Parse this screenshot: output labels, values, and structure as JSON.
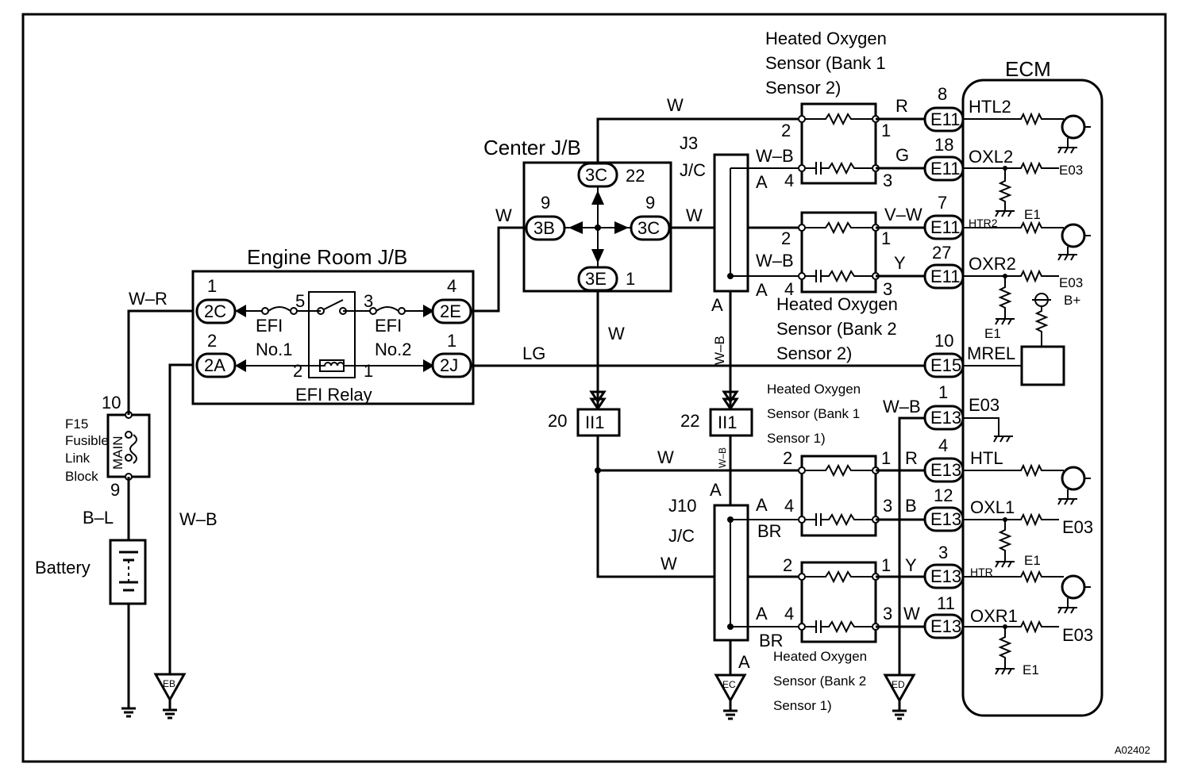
{
  "labels": {
    "ecm": "ECM",
    "center_jb": "Center J/B",
    "engine_room_jb": "Engine Room J/B",
    "efi_relay": "EFI Relay",
    "efi_fuse_1": "EFI",
    "efi_fuse_1_no": "No.1",
    "efi_fuse_2": "EFI",
    "efi_fuse_2_no": "No.2",
    "j3": "J3",
    "j3_jc": "J/C",
    "j10": "J10",
    "j10_jc": "J/C",
    "f15": "F15",
    "fusible": "Fusible",
    "link": "Link",
    "block": "Block",
    "main": "MAIN",
    "battery": "Battery",
    "code": "A02402",
    "ho2s_b1s2": [
      "Heated Oxygen",
      "Sensor (Bank 1",
      "Sensor 2)"
    ],
    "ho2s_b2s2": [
      "Heated Oxygen",
      "Sensor (Bank 2",
      "Sensor 2)"
    ],
    "ho2s_b1s1": [
      "Heated Oxygen",
      "Sensor (Bank 1",
      "Sensor 1)"
    ],
    "ho2s_b2s1": [
      "Heated Oxygen",
      "Sensor (Bank 2",
      "Sensor 1)"
    ]
  },
  "connectors": {
    "c3c_top": "3C",
    "c3b": "3B",
    "c3c_right": "3C",
    "c3e": "3E",
    "c2c": "2C",
    "c2a": "2A",
    "c2e": "2E",
    "c2j": "2J",
    "ii1_a": "II1",
    "ii1_b": "II1",
    "e11_1": "E11",
    "e11_2": "E11",
    "e11_3": "E11",
    "e11_4": "E11",
    "e15": "E15",
    "e13_1": "E13",
    "e13_2": "E13",
    "e13_3": "E13",
    "e13_4": "E13",
    "e13_5": "E13"
  },
  "pins": {
    "p3c_top": "22",
    "p3b": "9",
    "p3c_right": "9",
    "p3e": "1",
    "p2c": "1",
    "p2a": "2",
    "p2e": "4",
    "p2j": "1",
    "relay_5": "5",
    "relay_3": "3",
    "relay_2": "2",
    "relay_1": "1",
    "f15_top": "10",
    "f15_bot": "9",
    "ii1_a": "20",
    "ii1_b": "22",
    "e11_1": "8",
    "e11_2": "18",
    "e11_3": "7",
    "e11_4": "27",
    "e15": "10",
    "e13_1": "1",
    "e13_2": "4",
    "e13_3": "12",
    "e13_4": "3",
    "e13_5": "11",
    "s_b1s2_l1": "2",
    "s_b1s2_l2": "4",
    "s_b1s2_r1": "1",
    "s_b1s2_r2": "3",
    "s_b2s2_l1": "2",
    "s_b2s2_l2": "4",
    "s_b2s2_r1": "1",
    "s_b2s2_r2": "3",
    "s_b1s1_l1": "2",
    "s_b1s1_l2": "4",
    "s_b1s1_r1": "1",
    "s_b1s1_r2": "3",
    "s_b2s1_l1": "2",
    "s_b2s1_l2": "4",
    "s_b2s1_r1": "1",
    "s_b2s1_r2": "3"
  },
  "wires": {
    "w_r": "W–R",
    "w_b_left": "W–B",
    "b_l": "B–L",
    "lg": "LG",
    "w1": "W",
    "w2": "W",
    "w3": "W",
    "w4": "W",
    "w5": "W",
    "w6": "W",
    "wb1": "W–B",
    "wb2": "W–B",
    "wb3": "W–B",
    "wb_vert": "W–B",
    "wb_small": "W–B",
    "r1": "R",
    "g1": "G",
    "vw1": "V–W",
    "y1": "Y",
    "r2": "R",
    "b2": "B",
    "y2": "Y",
    "w7": "W",
    "br1": "BR",
    "br2": "BR",
    "a1": "A",
    "a2": "A",
    "a3": "A",
    "a4": "A",
    "a5": "A",
    "a6": "A",
    "a7": "A"
  },
  "ecm_terminals": {
    "htl2": "HTL2",
    "oxl2": "OXL2",
    "htr2": "HTR2",
    "oxr2": "OXR2",
    "mrel": "MREL",
    "e03_term": "E03",
    "htl": "HTL",
    "oxl1": "OXL1",
    "htr": "HTR",
    "oxr1": "OXR1",
    "e03_1": "E03",
    "e03_2": "E03",
    "e03_3": "E03",
    "e03_4": "E03",
    "e1_1": "E1",
    "e1_2": "E1",
    "e1_3": "E1",
    "e1_4": "E1",
    "bplus": "B+"
  },
  "grounds": {
    "eb": "EB",
    "ec": "EC",
    "ed": "ED"
  }
}
